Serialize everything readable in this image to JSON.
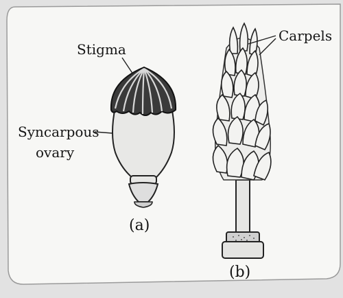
{
  "labels": {
    "stigma": "Stigma",
    "syncarpous_ovary_line1": "Syncarpous",
    "syncarpous_ovary_line2": "ovary",
    "carpels": "Carpels"
  },
  "captions": {
    "a": "(a)",
    "b": "(b)"
  }
}
